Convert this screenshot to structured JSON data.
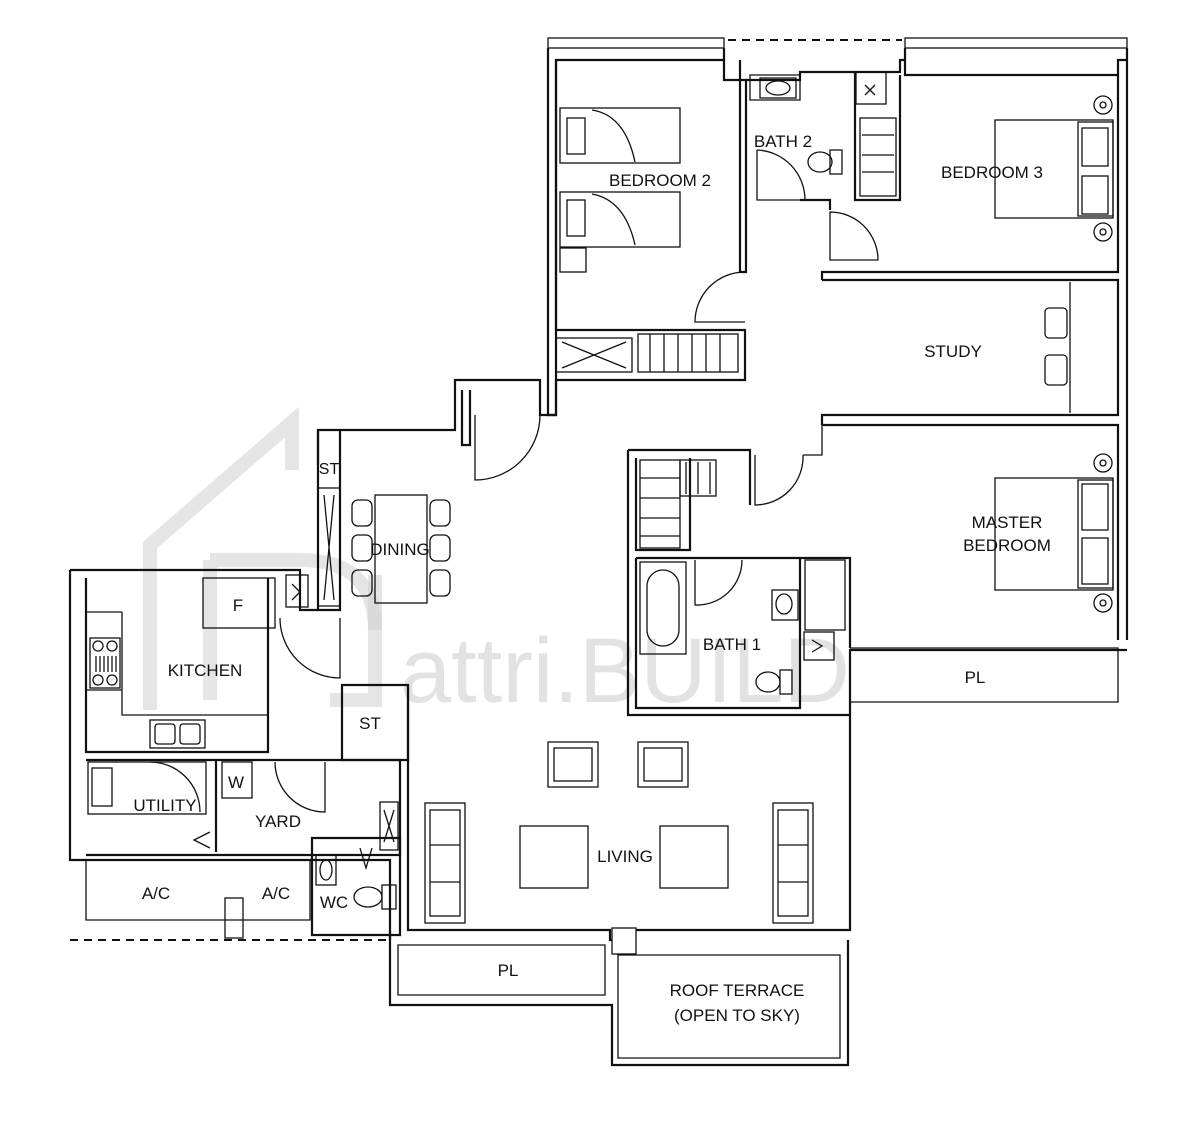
{
  "rooms": {
    "bedroom2": "BEDROOM 2",
    "bath2": "BATH 2",
    "bedroom3": "BEDROOM 3",
    "study": "STUDY",
    "master_line1": "MASTER",
    "master_line2": "BEDROOM",
    "bath1": "BATH 1",
    "pl_right": "PL",
    "st_top": "ST",
    "dining": "DINING",
    "f": "F",
    "kitchen": "KITCHEN",
    "st_mid": "ST",
    "w": "W",
    "utility": "UTILITY",
    "yard": "YARD",
    "living": "LIVING",
    "ac_left": "A/C",
    "ac_right": "A/C",
    "wc": "WC",
    "pl_bottom": "PL",
    "roof_line1": "ROOF TERRACE",
    "roof_line2": "(OPEN TO SKY)"
  },
  "watermark": {
    "text": "attri.BUILD",
    "letter": "D"
  }
}
